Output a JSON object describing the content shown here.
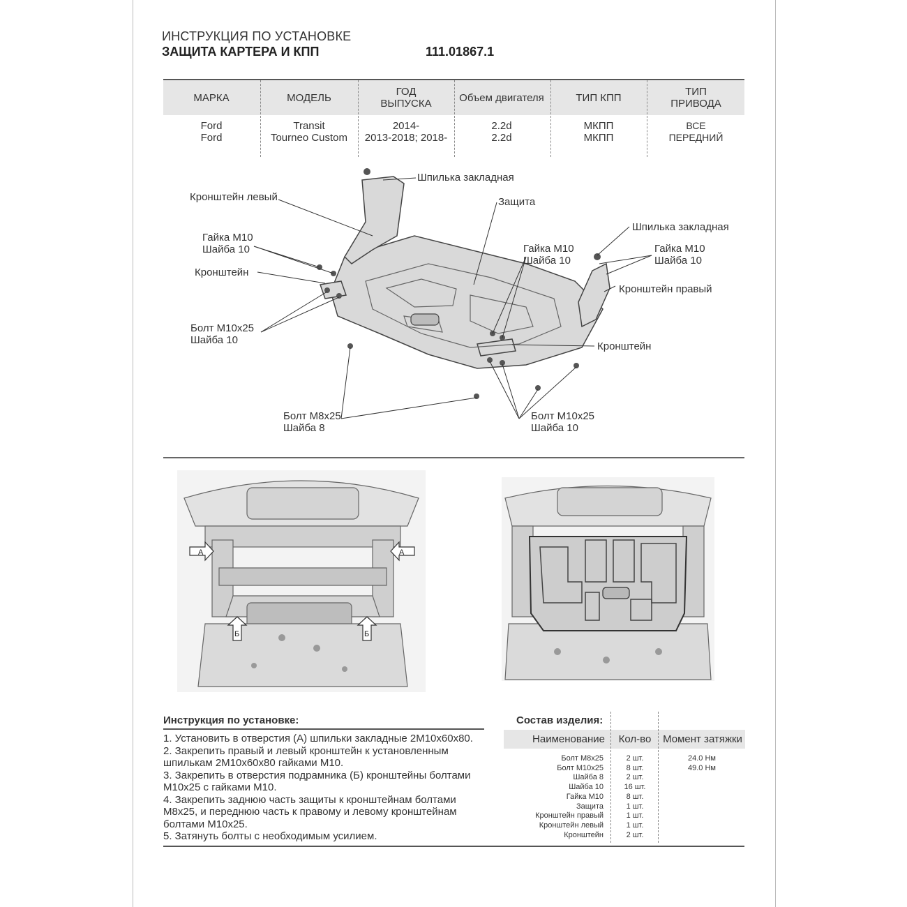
{
  "header": {
    "title_line1": "ИНСТРУКЦИЯ ПО УСТАНОВКЕ",
    "title_line2": "ЗАЩИТА КАРТЕРА И КПП",
    "code": "111.01867.1"
  },
  "spec_table": {
    "headers": [
      "МАРКА",
      "МОДЕЛЬ",
      "ГОД ВЫПУСКА",
      "Объем двигателя",
      "ТИП КПП",
      "ТИП ПРИВОДА"
    ],
    "header_lines": {
      "year": [
        "ГОД",
        "ВЫПУСКА"
      ],
      "drive": [
        "ТИП",
        "ПРИВОДА"
      ]
    },
    "rows": [
      {
        "brand": "Ford",
        "model": "Transit",
        "year": "2014-",
        "engine": "2.2d",
        "gearbox": "МКПП",
        "drive": "ВСЕ"
      },
      {
        "brand": "Ford",
        "model": "Tourneo Custom",
        "year": "2013-2018; 2018-",
        "engine": "2.2d",
        "gearbox": "МКПП",
        "drive": "ПЕРЕДНИЙ"
      }
    ]
  },
  "diagram_labels": {
    "stud_top": "Шпилька закладная",
    "bracket_left": "Кронштейн левый",
    "guard": "Защита",
    "stud_right": "Шпилька закладная",
    "nut_left_1": "Гайка М10",
    "nut_left_2": "Шайба 10",
    "bracket_small_left": "Кронштейн",
    "nut_mid_1": "Гайка М10",
    "nut_mid_2": "Шайба 10",
    "nut_right_1": "Гайка М10",
    "nut_right_2": "Шайба 10",
    "bracket_right": "Кронштейн правый",
    "bolt_left_1": "Болт М10х25",
    "bolt_left_2": "Шайба 10",
    "bracket_small_right": "Кронштейн",
    "bolt_m8_1": "Болт М8х25",
    "bolt_m8_2": "Шайба 8",
    "bolt_m10_1": "Болт М10х25",
    "bolt_m10_2": "Шайба 10"
  },
  "photo_markers": {
    "a": "А",
    "b": "Б"
  },
  "instructions": {
    "heading": "Инструкция по установке:",
    "steps": [
      "1. Установить в отверстия (А) шпильки закладные 2М10х60х80.",
      "2. Закрепить правый и левый кронштейн к установленным",
      "шпилькам 2М10х60х80 гайками М10.",
      "3. Закрепить в отверстия подрамника (Б) кронштейны болтами",
      "М10х25 с гайками М10.",
      "4. Закрепить заднюю часть защиты к кронштейнам болтами",
      "М8х25, и переднюю часть к правому и левому кронштейнам",
      "болтами М10х25.",
      "5. Затянуть болты с необходимым усилием."
    ]
  },
  "composition": {
    "heading": "Состав изделия:",
    "col_name": "Наименование",
    "col_qty": "Кол-во",
    "col_torque": "Момент затяжки",
    "items": [
      {
        "name": "Болт М8х25",
        "qty": "2 шт.",
        "torque": "24.0 Нм"
      },
      {
        "name": "Болт М10х25",
        "qty": "8 шт.",
        "torque": "49.0 Нм"
      },
      {
        "name": "Шайба 8",
        "qty": "2 шт.",
        "torque": ""
      },
      {
        "name": "Шайба 10",
        "qty": "16 шт.",
        "torque": ""
      },
      {
        "name": "Гайка М10",
        "qty": "8 шт.",
        "torque": ""
      },
      {
        "name": "Защита",
        "qty": "1 шт.",
        "torque": ""
      },
      {
        "name": "Кронштейн правый",
        "qty": "1 шт.",
        "torque": ""
      },
      {
        "name": "Кронштейн левый",
        "qty": "1 шт.",
        "torque": ""
      },
      {
        "name": "Кронштейн",
        "qty": "2 шт.",
        "torque": ""
      }
    ]
  }
}
